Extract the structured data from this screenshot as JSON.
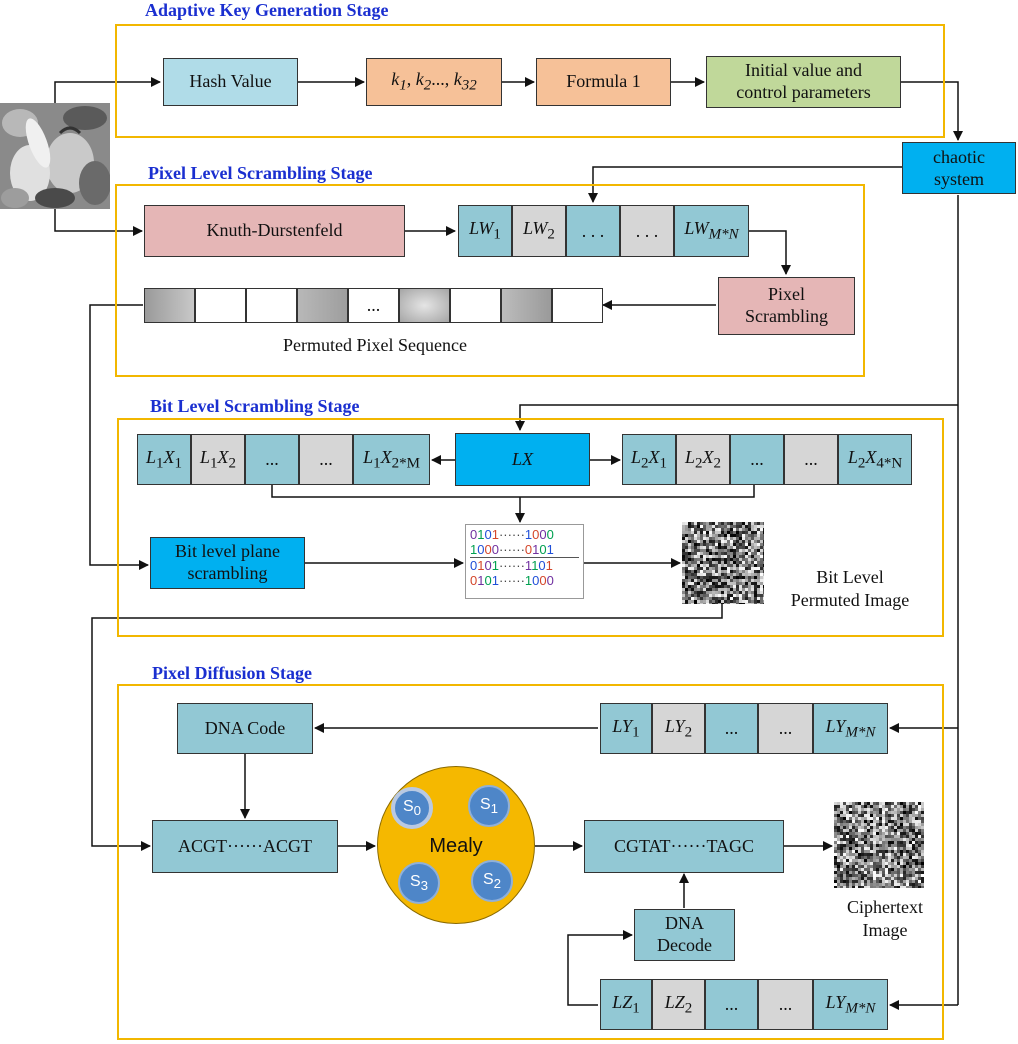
{
  "stages": {
    "key_generation": "Adaptive Key Generation Stage",
    "pixel_scrambling": "Pixel Level Scrambling Stage",
    "bit_scrambling": "Bit Level Scrambling  Stage",
    "pixel_diffusion": "Pixel Diffusion Stage"
  },
  "key_gen": {
    "hash_value": "Hash Value",
    "k_sequence_base": "k",
    "k1_sub": "1",
    "k2_sub": "2",
    "k32_sub": "32",
    "k_sep1": ", ",
    "k_sep2": "..., ",
    "formula": "Formula 1",
    "initial_line1": "Initial value and",
    "initial_line2": "control parameters"
  },
  "chaotic": {
    "line1": "chaotic",
    "line2": "system"
  },
  "pixel_stage": {
    "knuth": "Knuth-Durstenfeld",
    "lw_base": "LW",
    "lw1_sub": "1",
    "lw2_sub": "2",
    "lwmn_sub": "M*N",
    "dots1": ". . .",
    "dots2": ". . .",
    "pixel_scrambling_line1": "Pixel",
    "pixel_scrambling_line2": "Scrambling",
    "seq_dots": "...",
    "permuted_label": "Permuted Pixel Sequence"
  },
  "bit_stage": {
    "l1_base": "L",
    "l1_sub": "1",
    "x_base": "X",
    "x1_sub": "1",
    "x2_sub": "2",
    "x2m_sub": "2*M",
    "l2_sub": "2",
    "x4n_sub": "4*N",
    "dots": "...",
    "lx": "LX",
    "bit_plane_line1": "Bit level plane",
    "bit_plane_line2": "scrambling",
    "bit_rows": [
      [
        "0101",
        "······",
        "1000"
      ],
      [
        "1000",
        "······",
        "0101"
      ],
      [
        "0101",
        "······",
        "1101"
      ],
      [
        "0101",
        "······",
        "1000"
      ]
    ],
    "permuted_line1": "Bit Level",
    "permuted_line2": "Permuted Image"
  },
  "diffusion": {
    "dna_code": "DNA Code",
    "ly_base": "LY",
    "ly1_sub": "1",
    "ly2_sub": "2",
    "lymn_sub": "M*N",
    "lz_base": "LZ",
    "lz1_sub": "1",
    "lz2_sub": "2",
    "dots": "...",
    "acgt": "ACGT······ACGT",
    "mealy": "Mealy",
    "s_base": "S",
    "s0_sub": "0",
    "s1_sub": "1",
    "s2_sub": "2",
    "s3_sub": "3",
    "cgtat": "CGTAT······TAGC",
    "dna_decode_line1": "DNA",
    "dna_decode_line2": "Decode",
    "cipher_line1": "Ciphertext",
    "cipher_line2": "Image"
  },
  "colors": {
    "stage_border": "#f2b700",
    "stage_title": "#1a2fd0",
    "teal": "#92c8d4",
    "grey": "#d6d6d6",
    "pink": "#e5b6b6",
    "peach": "#f6c198",
    "green": "#c0d89a",
    "light_blue": "#b0dce8",
    "bright_blue": "#00b0f0",
    "mealy_fill": "#f5b800",
    "state_fill": "#4e86c8",
    "bit_colors": [
      "#7030a0",
      "#00a050",
      "#1f4fd8",
      "#d4462a"
    ]
  },
  "icons": {
    "peppers_image": "peppers-photo-icon",
    "noise_image": "noise-image-icon"
  }
}
